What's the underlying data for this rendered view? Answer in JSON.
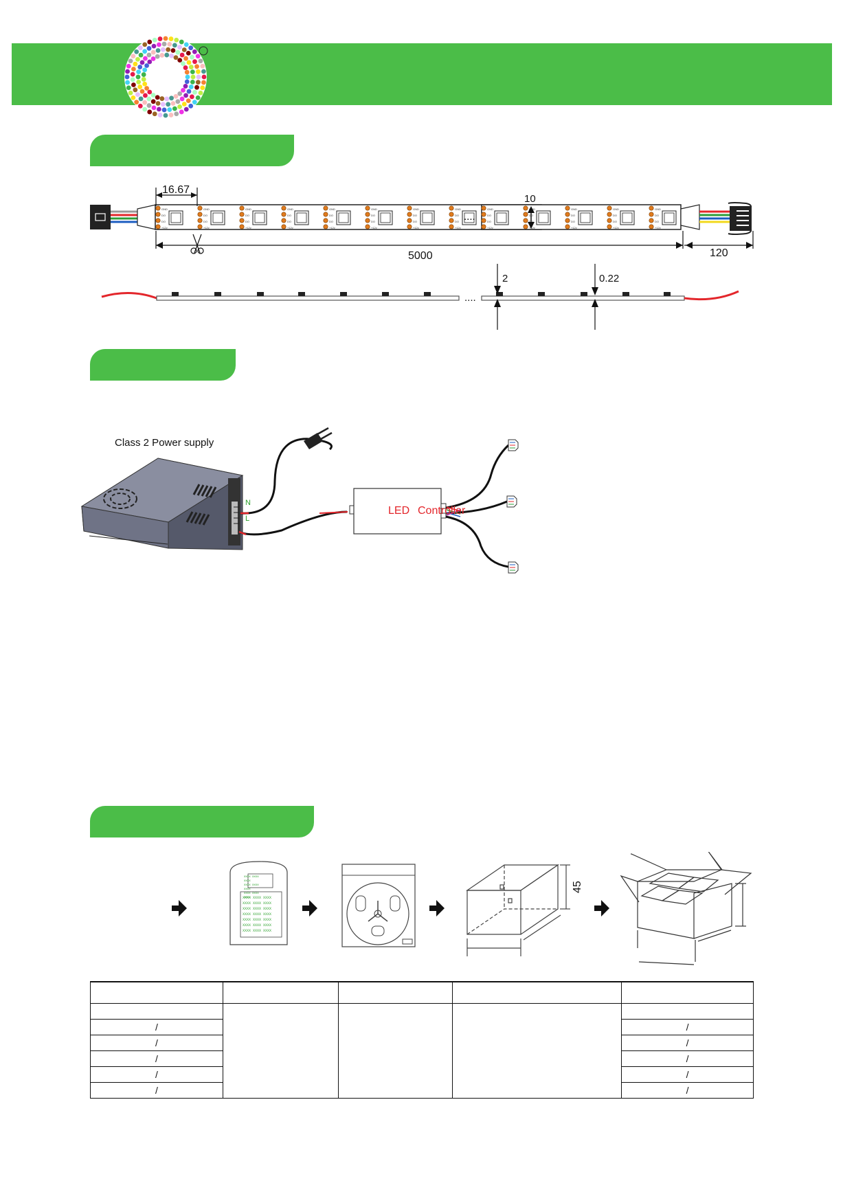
{
  "colors": {
    "brand_green": "#4bbd48",
    "wire_red": "#e3262b",
    "controller_text": "#e3262b",
    "terminal_green": "#2aa02a"
  },
  "dimensions": {
    "segment_length": "16.67",
    "height": "10",
    "total_length": "5000",
    "lead_length": "120",
    "thickness": "2",
    "pcb_thickness": "0.22",
    "ellipsis": "....",
    "ellipsis2": "...."
  },
  "strip_pad_labels": [
    "GND",
    "DO",
    "DO",
    "+12v"
  ],
  "wiring": {
    "power_supply_label": "Class 2 Power supply",
    "terminal_n": "N",
    "terminal_l": "L",
    "controller_led": "LED",
    "controller_name": "Controller"
  },
  "packaging": {
    "box_height": "45",
    "bag_label_lines": [
      "XXXX  XXXX XXXX",
      "XXXX  XXXX XXXX",
      "XXXX  XXXX XXXX"
    ],
    "bag_grid_lines": [
      "XXXX   XXXX XXXX",
      "XXXX   XXXX XXXX",
      "XXXX   XXXX XXXX",
      "XXXX   XXXX XXXX",
      "XXXX   XXXX XXXX",
      "XXXX   XXXX XXXX",
      "XXXX   XXXX XXXX"
    ]
  },
  "table": {
    "headers": [
      "",
      "",
      "",
      "",
      ""
    ],
    "rows": [
      [
        "",
        "",
        ""
      ],
      [
        "/",
        "/"
      ],
      [
        "/",
        "/"
      ],
      [
        "/",
        "/"
      ],
      [
        "/",
        "/"
      ],
      [
        "/",
        "/"
      ]
    ]
  }
}
